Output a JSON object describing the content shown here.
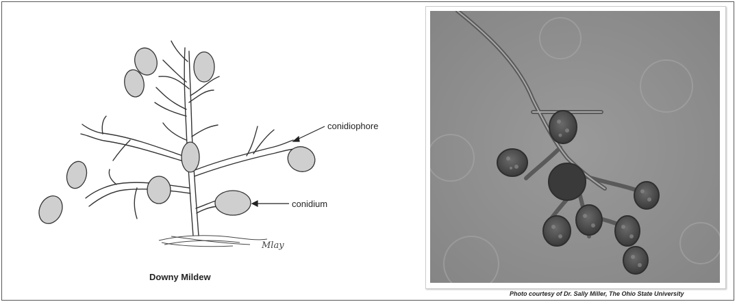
{
  "drawing": {
    "caption": "Downy Mildew",
    "label_conidiophore": "conidiophore",
    "label_conidium": "conidium",
    "signature": "Mlay"
  },
  "photo": {
    "credit": "Photo courtesy of Dr. Sally Miller, The Ohio State University"
  }
}
